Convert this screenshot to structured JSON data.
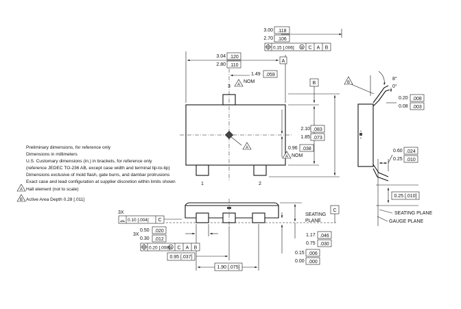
{
  "notes": [
    "Preliminary dimensions, for reference only",
    "Dimensions in millimeters",
    "U.S. Customary dimensions (in.) in brackets, for reference only",
    "(reference JEDEC TO-236 AB, except case width and terminal tip-to-tip)",
    "Dimensions exclusive of mold flash, gate burrs, and dambar protrusions",
    "Exact case and lead configuration at supplier discretion within limits shown"
  ],
  "legend": {
    "marker_a": "A",
    "hall_element": "Hall element (not to scale)",
    "marker_b": "B",
    "active_area": "Active Area Depth 0.28 [.011]"
  },
  "top_view": {
    "overall_width": {
      "max_mm": "3.00",
      "max_in": ".118",
      "min_mm": "2.70",
      "min_in": ".106"
    },
    "overall_fcf": {
      "tol": "0.15 [.006]",
      "mod": "M",
      "ref1": "C",
      "ref2": "A",
      "ref3": "B"
    },
    "body_length": {
      "max_mm": "3.04",
      "max_in": ".120",
      "min_mm": "2.80",
      "min_in": ".110"
    },
    "datum_a": "A",
    "datum_b": "B",
    "offset_x": {
      "mm": "1.49",
      "in": ".059"
    },
    "offset_x_marker": "A",
    "nom_label": "NOM",
    "body_width": {
      "max_mm": "2.10",
      "max_in": ".083",
      "min_mm": "1.85",
      "min_in": ".073"
    },
    "offset_y": {
      "mm": "0.96",
      "in": ".038"
    },
    "offset_y_marker": "A",
    "nom_label2": "NOM",
    "center_marker": "A",
    "pin1": "1",
    "pin2": "2",
    "pin3": "3"
  },
  "side_view": {
    "marker_b": "B",
    "angle_max": "8°",
    "angle_min": "0°",
    "lead_thk": {
      "max_mm": "0.20",
      "max_in": ".008",
      "min_mm": "0.08",
      "min_in": ".003"
    },
    "foot_len": {
      "max_mm": "0.60",
      "max_in": ".024",
      "min_mm": "0.25",
      "min_in": ".010"
    },
    "gauge_dim": "0.25 [.010]",
    "seating_plane": "SEATING PLANE",
    "gauge_plane": "GAUGE PLANE"
  },
  "front_view": {
    "coplanarity_count": "3X",
    "coplanarity": "0.10 [.004]",
    "coplanarity_ref": "C",
    "lead_count": "3X",
    "lead_width": {
      "max_mm": "0.50",
      "max_in": ".020",
      "min_mm": "0.30",
      "min_in": ".012"
    },
    "lead_fcf": {
      "tol": "0.20 [.008]",
      "mod": "M",
      "ref1": "C",
      "ref2": "A",
      "ref3": "B"
    },
    "pitch": "0.95 [.037]",
    "span": "1.90 [.075]",
    "seating_label_1": "SEATING",
    "seating_label_2": "PLANE",
    "datum_c": "C",
    "height": {
      "max_mm": "1.17",
      "max_in": ".046",
      "min_mm": "0.75",
      "min_in": ".030"
    },
    "standoff": {
      "max_mm": "0.15",
      "max_in": ".006",
      "min_mm": "0.00",
      "min_in": ".000"
    }
  }
}
